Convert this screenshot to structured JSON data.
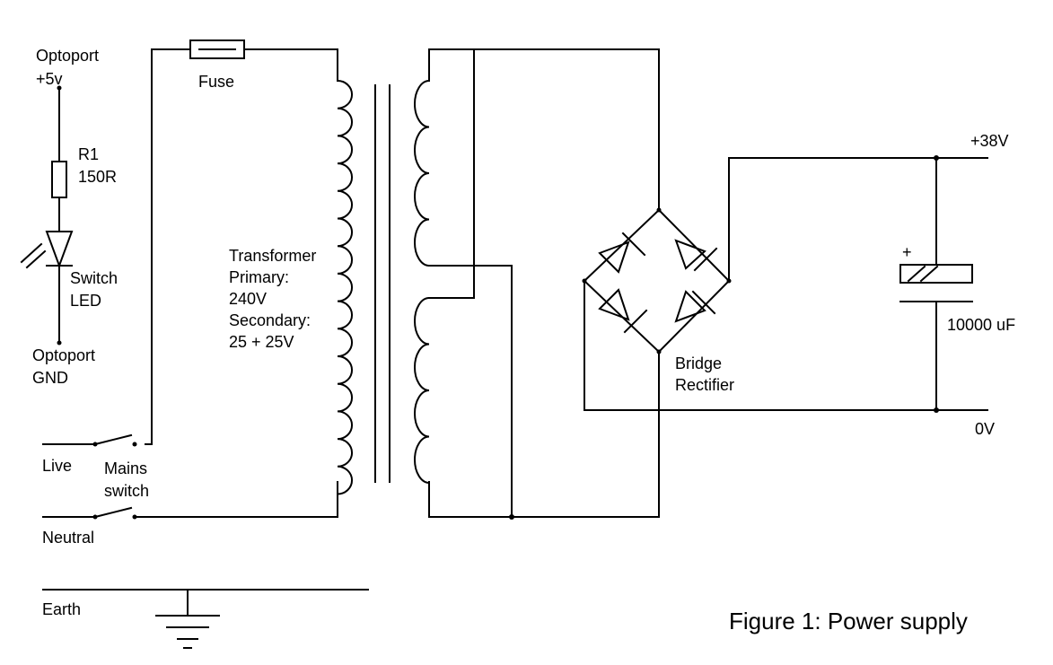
{
  "labels": {
    "optoport_pos": [
      "Optoport",
      "+5v"
    ],
    "r1": [
      "R1",
      "150R"
    ],
    "switch_led": [
      "Switch",
      "LED"
    ],
    "optoport_gnd": [
      "Optoport",
      "GND"
    ],
    "fuse": "Fuse",
    "transformer": [
      "Transformer",
      "Primary:",
      "240V",
      "Secondary:",
      "25 + 25V"
    ],
    "live": "Live",
    "mains_switch": [
      "Mains",
      "switch"
    ],
    "neutral": "Neutral",
    "earth": "Earth",
    "v38": "+38V",
    "cap_plus": "+",
    "capacitance": "10000 uF",
    "bridge": [
      "Bridge",
      "Rectifier"
    ],
    "zero_v": "0V"
  },
  "caption": "Figure 1: Power supply"
}
